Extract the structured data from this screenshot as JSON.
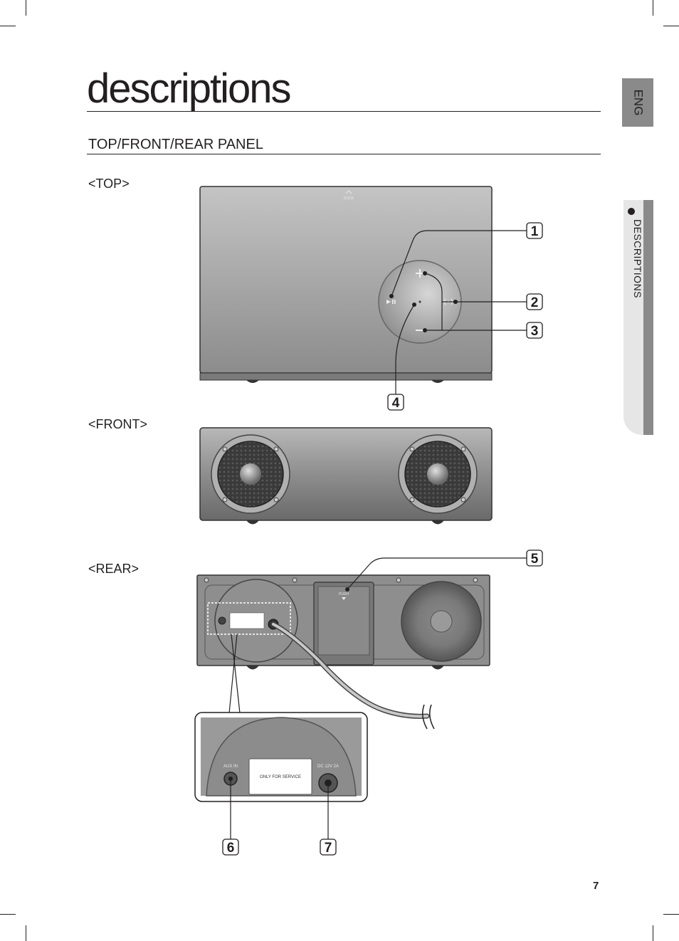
{
  "page": {
    "title": "descriptions",
    "subtitle": "TOP/FRONT/REAR PANEL",
    "language_tab": "ENG",
    "side_section": "DESCRIPTIONS",
    "page_number": "7"
  },
  "sections": {
    "top": "<TOP>",
    "front": "<FRONT>",
    "rear": "<REAR>"
  },
  "top_panel": {
    "dock_label": "DOCK",
    "plus_icon": "plus-icon",
    "minus_icon": "minus-icon",
    "play_pause_icon": "play-pause-icon",
    "wireless_icon": "wireless-icon"
  },
  "rear_panel": {
    "push_label": "PUSH",
    "aux_in": "AUX IN",
    "only_for_service": "ONLY FOR SERVICE",
    "dc_input": "DC 12V 2A"
  },
  "callouts": [
    "1",
    "2",
    "3",
    "4",
    "5",
    "6",
    "7"
  ],
  "colors": {
    "text": "#231f20",
    "tab_dark": "#8a8a8a",
    "tab_light": "#e6e6e6",
    "panel_gray": "#9a9a9a"
  }
}
